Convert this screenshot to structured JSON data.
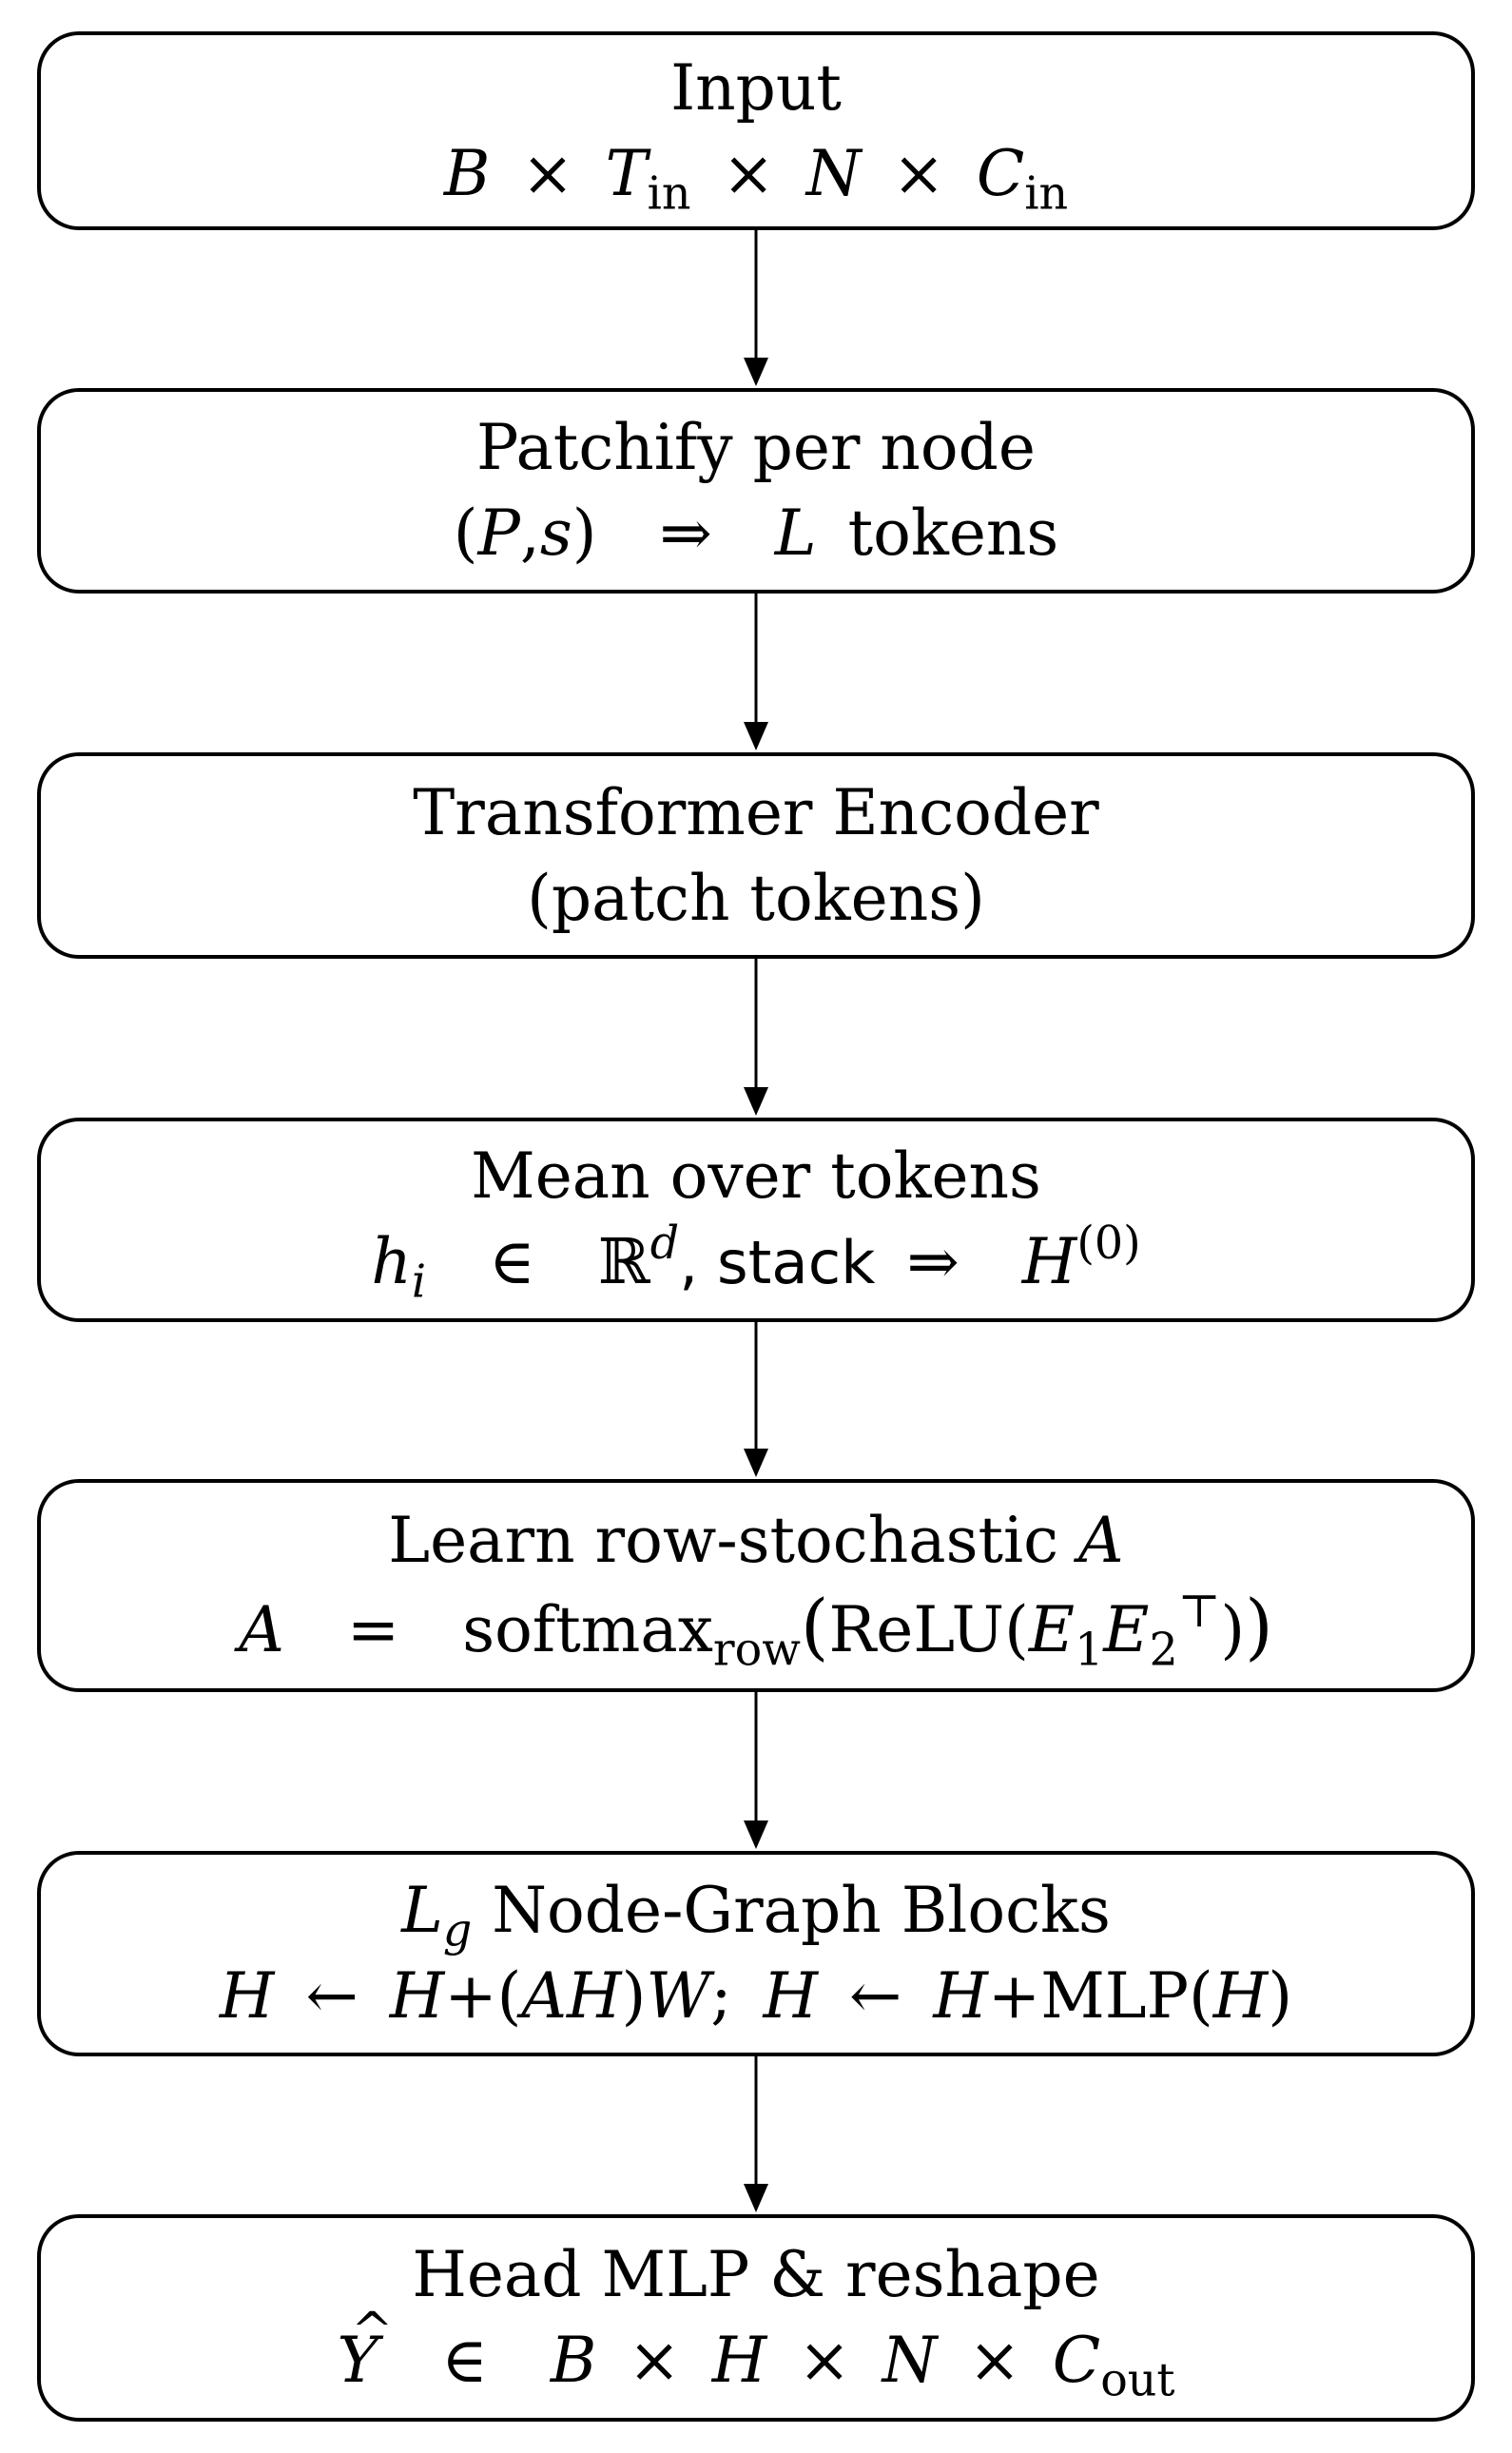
{
  "diagram": {
    "nodes": [
      {
        "id": "input",
        "title": "Input",
        "formula": {
          "B": "B",
          "times": "×",
          "T": "T",
          "in": "in",
          "N": "N",
          "C": "C"
        }
      },
      {
        "id": "patchify",
        "title": "Patchify per node",
        "formula": {
          "lparen": "(",
          "P": "P",
          "comma": ",",
          "s": "s",
          "rparen": ")",
          "implies": "⇒",
          "L": "L",
          "tokens": "tokens"
        }
      },
      {
        "id": "transformer",
        "title": "Transformer Encoder",
        "subtitle": "(patch tokens)"
      },
      {
        "id": "mean",
        "title": "Mean over tokens",
        "formula": {
          "h": "h",
          "i": "i",
          "in_sym": "∈",
          "R": "ℝ",
          "d": "d",
          "stack": ", stack",
          "implies": "⇒",
          "H": "H",
          "sup0": "(0)"
        }
      },
      {
        "id": "learn",
        "title_text": "Learn row-stochastic ",
        "title_var": "A",
        "formula": {
          "A": "A",
          "eq": "=",
          "softmax": "softmax",
          "row": "row",
          "lparen": "(",
          "relu": "ReLU",
          "lparen2": "(",
          "E1": "E",
          "one": "1",
          "E2": "E",
          "two": "2",
          "T": "⊤",
          "rparen2": ")",
          "rparen": ")"
        }
      },
      {
        "id": "blocks",
        "title_var": "L",
        "title_sub": "g",
        "title_text": " Node-Graph Blocks",
        "formula": {
          "H": "H",
          "larrow": "←",
          "plus": "+",
          "lparen": "(",
          "AH": "AH",
          "rparen": ")",
          "W": "W",
          "semi": ";",
          "mlp": "MLP"
        }
      },
      {
        "id": "head",
        "title": "Head MLP & reshape",
        "formula": {
          "Y": "Y",
          "in_sym": "∈",
          "B": "B",
          "times": "×",
          "H": "H",
          "N": "N",
          "C": "C",
          "out": "out"
        }
      }
    ],
    "edges": [
      {
        "from": "input",
        "to": "patchify"
      },
      {
        "from": "patchify",
        "to": "transformer"
      },
      {
        "from": "transformer",
        "to": "mean"
      },
      {
        "from": "mean",
        "to": "learn"
      },
      {
        "from": "learn",
        "to": "blocks"
      },
      {
        "from": "blocks",
        "to": "head"
      }
    ]
  }
}
